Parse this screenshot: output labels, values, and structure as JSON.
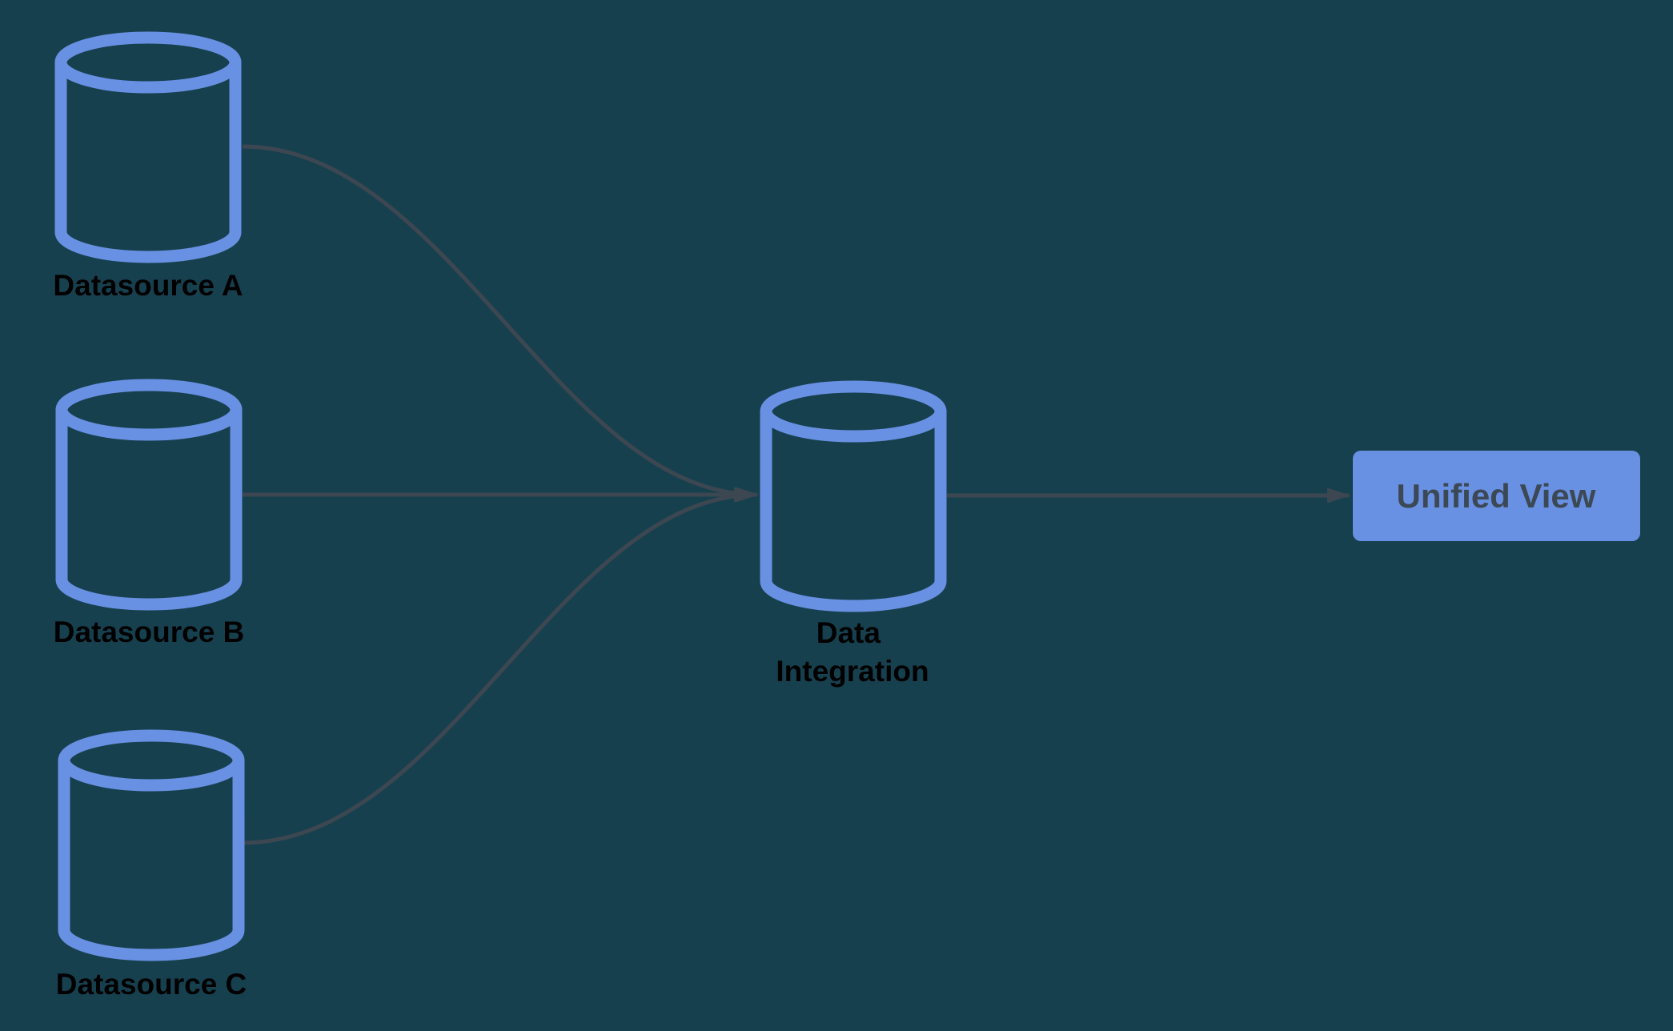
{
  "colors": {
    "background": "#17404F",
    "accent_blue": "#6991E3",
    "arrow": "#3D4751",
    "node_label": "#000000",
    "unified_view_text": "#3C4854"
  },
  "nodes": {
    "datasource_a": {
      "label": "Datasource A",
      "shape": "database-cylinder"
    },
    "datasource_b": {
      "label": "Datasource B",
      "shape": "database-cylinder"
    },
    "datasource_c": {
      "label": "Datasource C",
      "shape": "database-cylinder"
    },
    "integration": {
      "label": "Data Integration",
      "label_line1": "Data",
      "label_line2": "Integration",
      "shape": "database-cylinder"
    },
    "unified_view": {
      "label": "Unified View",
      "shape": "rounded-rectangle"
    }
  },
  "edges": [
    {
      "from": "Datasource A",
      "to": "Data Integration",
      "style": "curved-arrow"
    },
    {
      "from": "Datasource B",
      "to": "Data Integration",
      "style": "straight-arrow"
    },
    {
      "from": "Datasource C",
      "to": "Data Integration",
      "style": "curved-arrow"
    },
    {
      "from": "Data Integration",
      "to": "Unified View",
      "style": "straight-arrow"
    }
  ]
}
